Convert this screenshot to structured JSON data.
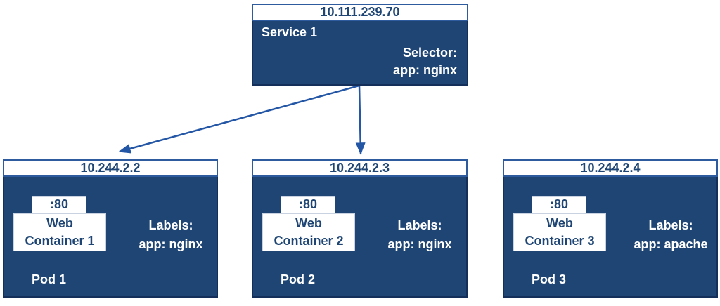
{
  "colors": {
    "body_fill": "#1E4573",
    "header_fill": "#FFFFFF",
    "header_border": "#2E5B9E",
    "node_border": "#14305A",
    "text_on_dark": "#FFFFFF",
    "text_on_light": "#1E4573",
    "arrow": "#2456A6"
  },
  "service": {
    "ip": "10.111.239.70",
    "name": "Service 1",
    "selector_label": "Selector:",
    "selector_value": "app: nginx"
  },
  "pods": [
    {
      "ip": "10.244.2.2",
      "port": ":80",
      "container_lines": [
        "Web",
        "Container 1"
      ],
      "labels_label": "Labels:",
      "labels_value": "app: nginx",
      "name": "Pod 1"
    },
    {
      "ip": "10.244.2.3",
      "port": ":80",
      "container_lines": [
        "Web",
        "Container 2"
      ],
      "labels_label": "Labels:",
      "labels_value": "app: nginx",
      "name": "Pod 2"
    },
    {
      "ip": "10.244.2.4",
      "port": ":80",
      "container_lines": [
        "Web",
        "Container 3"
      ],
      "labels_label": "Labels:",
      "labels_value": "app: apache",
      "name": "Pod 3"
    }
  ]
}
